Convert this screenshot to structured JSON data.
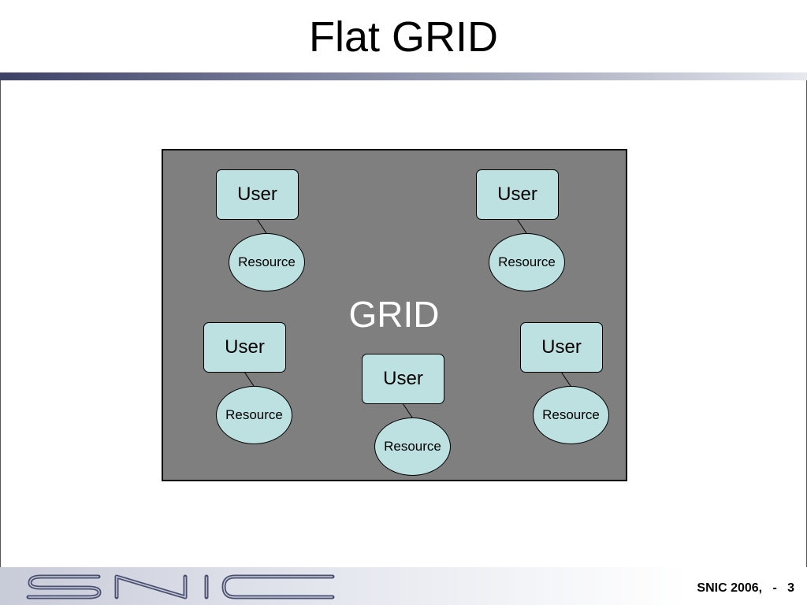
{
  "slide": {
    "title": "Flat GRID",
    "footer": "SNIC 2006,   -   3",
    "logo_text": "SNIC"
  },
  "diagram": {
    "grid_label": "GRID",
    "nodes": [
      {
        "user": "User",
        "resource": "Resource"
      },
      {
        "user": "User",
        "resource": "Resource"
      },
      {
        "user": "User",
        "resource": "Resource"
      },
      {
        "user": "User",
        "resource": "Resource"
      },
      {
        "user": "User",
        "resource": "Resource"
      }
    ]
  },
  "colors": {
    "node_fill": "#bde0e0",
    "grid_fill": "#7f7f7f",
    "header_bar": "#3d4166"
  }
}
